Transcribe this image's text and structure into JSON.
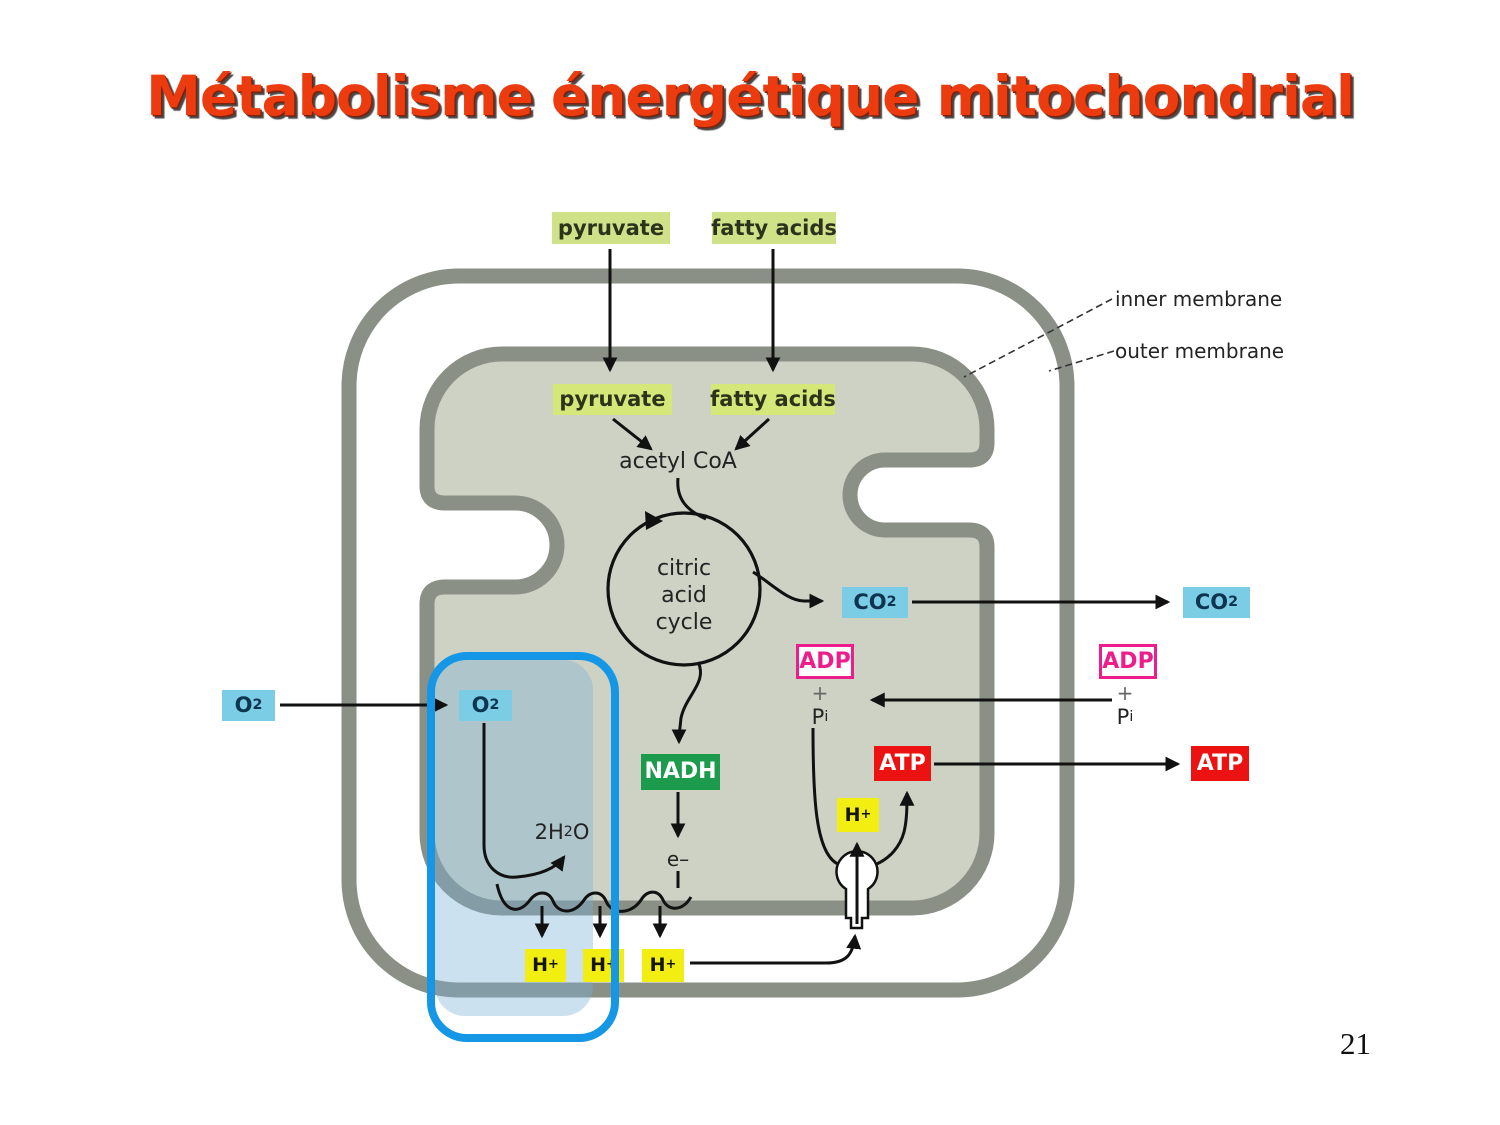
{
  "slide": {
    "title": "Métabolisme énergétique mitochondrial",
    "page_number": "21"
  },
  "diagram": {
    "pyruvate_top": "pyruvate",
    "fatty_acids_top": "fatty acids",
    "pyruvate_inner": "pyruvate",
    "fatty_acids_inner": "fatty acids",
    "acetyl_coa": "acetyl CoA",
    "cycle_line1": "citric",
    "cycle_line2": "acid",
    "cycle_line3": "cycle",
    "co2": {
      "base": "CO",
      "sub": "2"
    },
    "o2": {
      "base": "O",
      "sub": "2"
    },
    "adp": "ADP",
    "atp": "ATP",
    "nadh": "NADH",
    "plus": "+",
    "pi": {
      "base": "P",
      "sub": "i"
    },
    "hplus": {
      "base": "H",
      "sup": "+"
    },
    "water": {
      "pre": "2H",
      "sub": "2",
      "post": "O"
    },
    "eminus": "e–",
    "inner_membrane_label": "inner membrane",
    "outer_membrane_label": "outer membrane"
  },
  "colors": {
    "title_red": "#ec3b0e",
    "membrane_gray": "#8a9086",
    "matrix_fill": "#cdd2c4",
    "label_green": "#cfe287",
    "co2_o2_blue": "#7bcde6",
    "adp_pink": "#ee1d8c",
    "atp_red": "#ed1212",
    "nadh_green": "#1b9b4b",
    "hplus_yellow": "#f2ee12",
    "highlight_blue": "#1697e6"
  }
}
